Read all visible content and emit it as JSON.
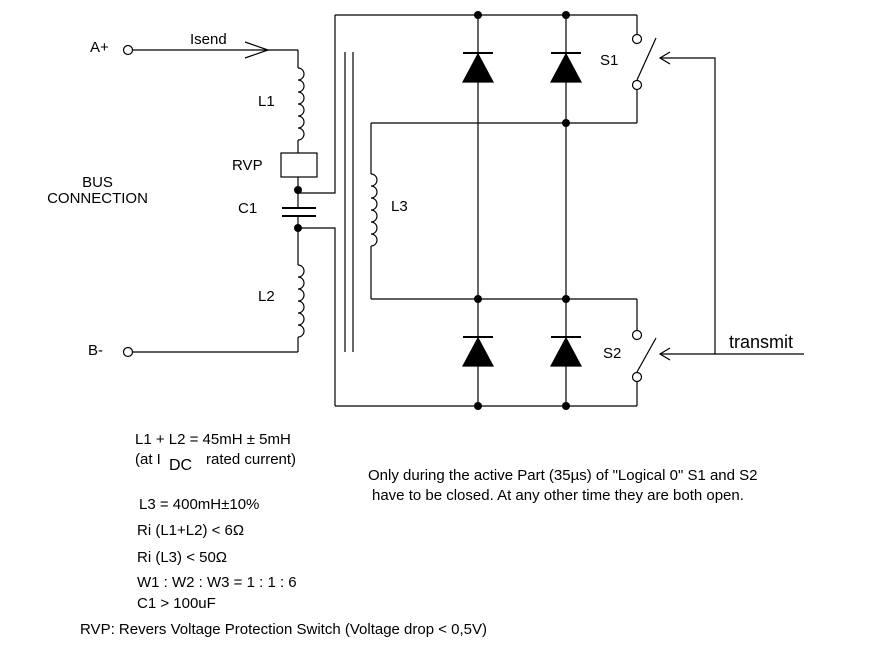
{
  "terminals": {
    "a_plus": "A+",
    "b_minus": "B-"
  },
  "labels": {
    "isend": "Isend",
    "l1": "L1",
    "l2": "L2",
    "l3": "L3",
    "rvp": "RVP",
    "c1": "C1",
    "s1": "S1",
    "s2": "S2",
    "transmit": "transmit",
    "bus_line1": "BUS",
    "bus_line2": "CONNECTION"
  },
  "specs": {
    "l1_l2": "L1 + L2 = 45mH ± 5mH",
    "at_i": "(at I",
    "dc": "DC",
    "rated": "rated current)",
    "l3": "L3 = 400mH±10%",
    "ri_l1l2_prefix": "Ri (L1+L2) ",
    "ri_l1l2_value": "< 6Ω",
    "ri_l3_prefix": "Ri (L3) ",
    "ri_l3_value": "< 50Ω",
    "windings": "W1 : W2 : W3 = 1 : 1 : 6",
    "c1": "C1 > 100uF",
    "rvp_note": "RVP: Revers Voltage Protection Switch (Voltage drop < 0,5V)"
  },
  "note": {
    "line1": "Only during the active Part (35µs) of \"Logical 0\" S1 and S2",
    "line2": "have to be closed. At any other time they are both open."
  }
}
